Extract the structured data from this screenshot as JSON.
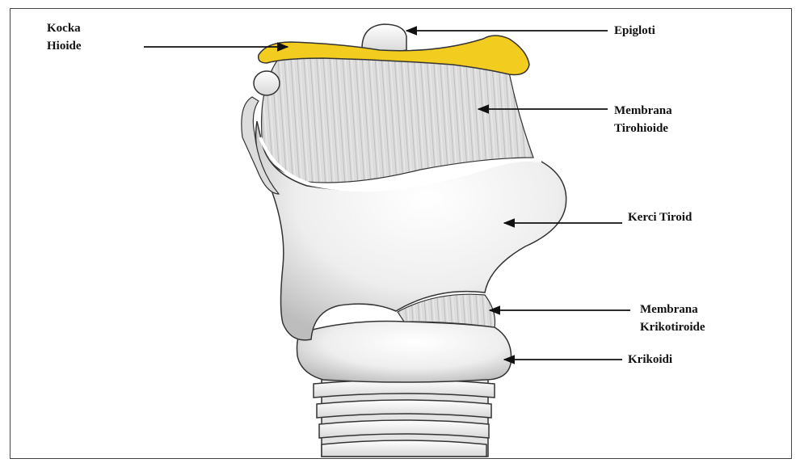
{
  "labels": {
    "hyoid_line1": "Kocka",
    "hyoid_line2": "Hioide",
    "epiglottis": "Epigloti",
    "thyrohyoid_line1": "Membrana",
    "thyrohyoid_line2": "Tirohioide",
    "thyroid": "Kerci Tiroid",
    "cricothyroid_line1": "Membrana",
    "cricothyroid_line2": "Krikotiroide",
    "cricoid": "Krikoidi"
  },
  "colors": {
    "hyoid": "#f2cc1e",
    "cartilage": "#f1f1f1",
    "membrane": "#d6d6d6",
    "outline": "#333333",
    "arrow": "#111111"
  }
}
